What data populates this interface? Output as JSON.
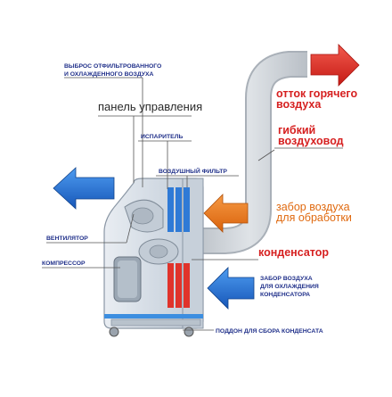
{
  "labels": {
    "filtered_out_line1": "ВЫБРОС ОТФИЛЬТРОВАННОГО",
    "filtered_out_line2": "И ОХЛАЖДЕННОГО ВОЗДУХА",
    "control_panel": "панель управления",
    "evaporator": "ИСПАРИТЕЛЬ",
    "air_filter": "ВОЗДУШНЫЙ ФИЛЬТР",
    "hot_air_out_line1": "отток горячего",
    "hot_air_out_line2": "воздуха",
    "flex_duct_line1": "гибкий",
    "flex_duct_line2": "воздуховод",
    "intake_line1": "забор воздуха",
    "intake_line2": "для обработки",
    "fan": "ВЕНТИЛЯТОР",
    "condenser": "конденсатор",
    "compressor": "КОМПРЕССОР",
    "condenser_intake_line1": "ЗАБОР ВОЗДУХА",
    "condenser_intake_line2": "ДЛЯ ОХЛАЖДЕНИЯ",
    "condenser_intake_line3": "КОНДЕНСАТОРА",
    "tray": "ПОДДОН ДЛЯ СБОРА КОНДЕНСАТА"
  },
  "colors": {
    "blue_arrow": "#1e6fd0",
    "red_arrow": "#e32a22",
    "orange_arrow": "#ef7a1a",
    "unit_body": "#dfe6ee",
    "duct": "#c9ced4"
  }
}
